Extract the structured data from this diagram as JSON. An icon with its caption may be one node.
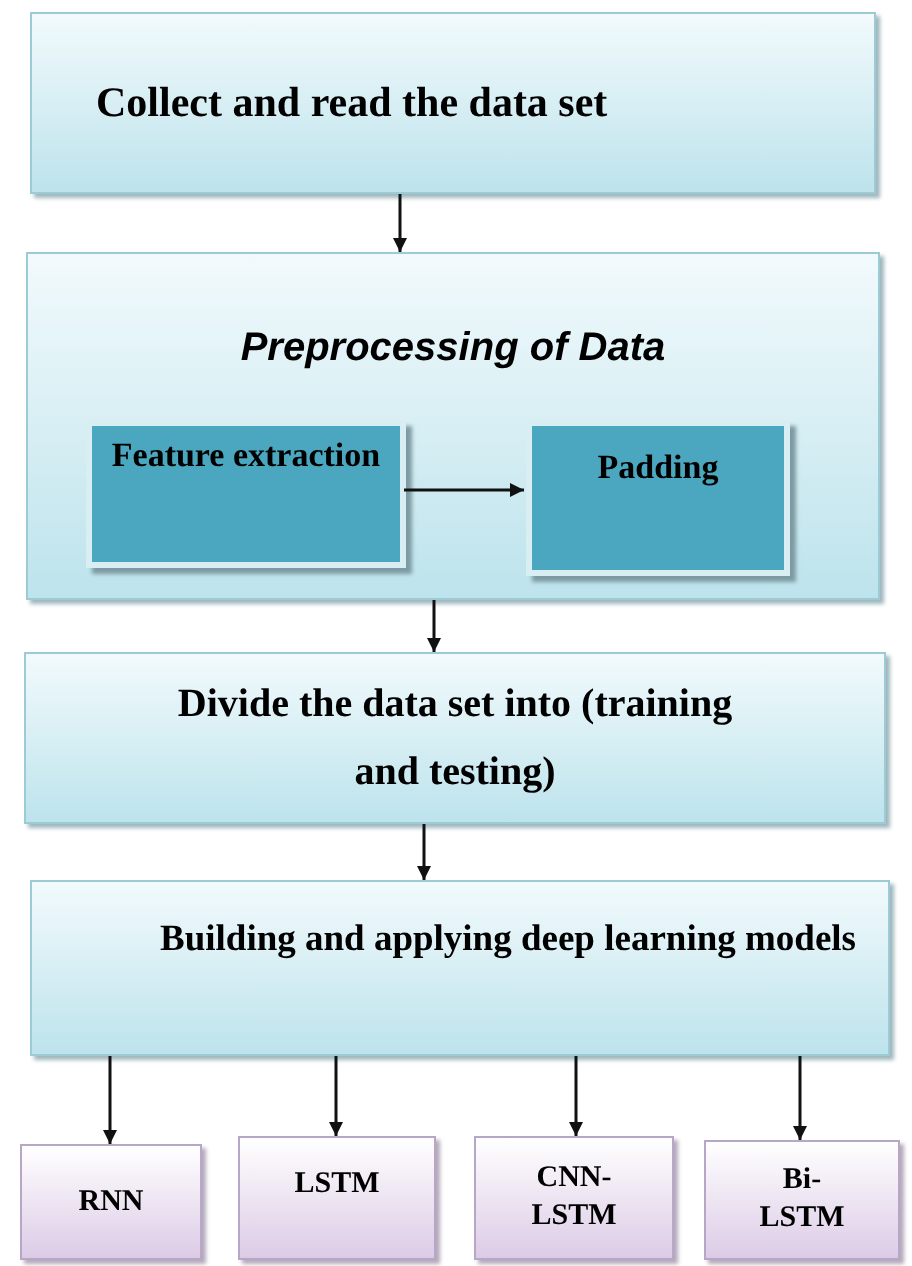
{
  "diagram": {
    "nodes": [
      {
        "text": [
          "Collect and read the data set"
        ]
      },
      {
        "text": [
          "Preprocessing of Data"
        ]
      },
      {
        "text": [
          "Feature extraction"
        ],
        "in": 1
      },
      {
        "text": [
          "Padding"
        ],
        "in": 1
      },
      {
        "text": [
          "Divide the data set into (training and testing)"
        ]
      },
      {
        "text": [
          "Building and applying deep learning models"
        ]
      },
      {
        "text": [
          "RNN"
        ]
      },
      {
        "text": [
          "LSTM"
        ]
      },
      {
        "text": [
          "CNN-LSTM"
        ]
      },
      {
        "text": [
          "Bi-LSTM"
        ]
      }
    ],
    "edges": [
      {
        "from": 0,
        "to": 1,
        "arrow": "to"
      },
      {
        "from": 2,
        "to": 3,
        "arrow": "to"
      },
      {
        "from": 1,
        "to": 4,
        "arrow": "to"
      },
      {
        "from": 4,
        "to": 5,
        "arrow": "to"
      },
      {
        "from": 5,
        "to": 6,
        "arrow": "to"
      },
      {
        "from": 5,
        "to": 7,
        "arrow": "to"
      },
      {
        "from": 5,
        "to": 8,
        "arrow": "to"
      },
      {
        "from": 5,
        "to": 9,
        "arrow": "to"
      }
    ]
  }
}
